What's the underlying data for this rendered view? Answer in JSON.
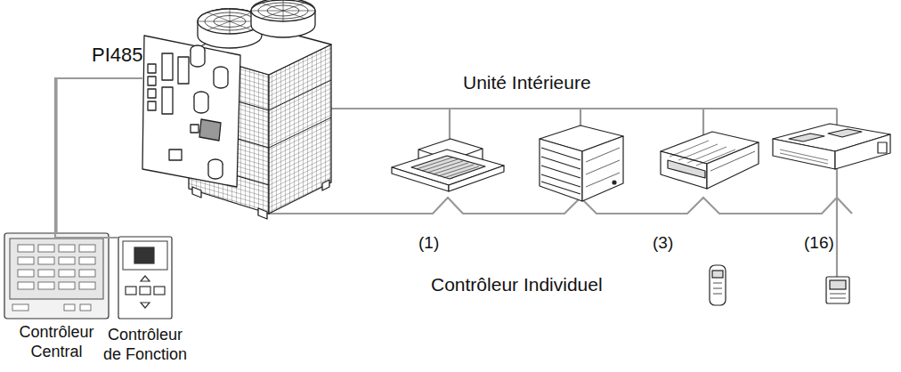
{
  "diagram": {
    "nodes": [
      {
        "text": [
          "PI485"
        ]
      },
      {
        "text": [
          "Contrôleur Central"
        ]
      },
      {
        "text": [
          "Contrôleur de Fonction"
        ]
      }
    ],
    "edges": [
      {
        "from": 1,
        "to": 0,
        "arrow": "none"
      },
      {
        "from": 2,
        "to": 0,
        "arrow": "none"
      }
    ],
    "labels": [
      "Unité Intérieure",
      "(1)",
      "(3)",
      "(16)",
      "Contrôleur Individuel"
    ]
  }
}
